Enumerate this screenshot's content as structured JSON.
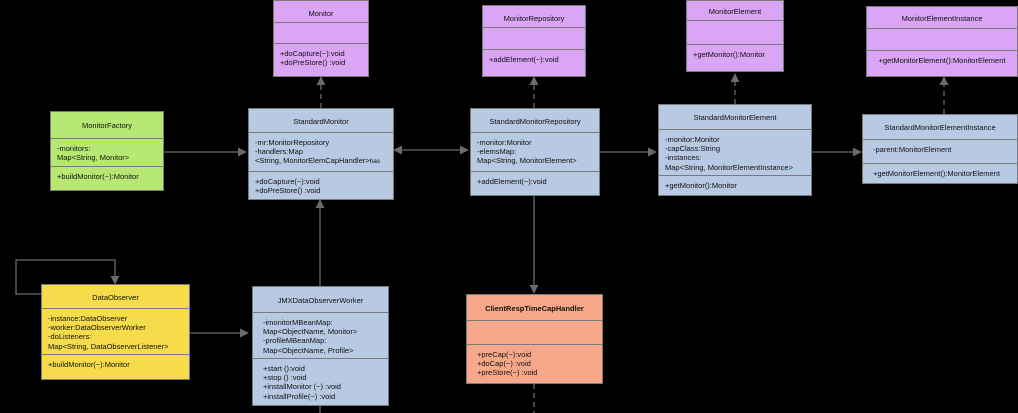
{
  "classes": {
    "monitor": {
      "name": "Monitor",
      "attributes": [],
      "methods": [
        "+doCapture(~):void",
        "+doPreStore() :void"
      ]
    },
    "monitor_repository": {
      "name": "MonitorRepository",
      "attributes": [],
      "methods": [
        "+addElement(~):void"
      ]
    },
    "monitor_element": {
      "name": "MonitorElement",
      "attributes": [],
      "methods": [
        "+getMonitor():Monitor"
      ]
    },
    "monitor_element_instance": {
      "name": "MonitorElementInstance",
      "attributes": [],
      "methods": [
        "+getMonitorElement():MonitorElement"
      ]
    },
    "monitor_factory": {
      "name": "MonitorFactory",
      "attributes": [
        "-monitors:",
        "Map<String, Monitor>"
      ],
      "methods": [
        "+buildMonitor(~):Monitor"
      ]
    },
    "standard_monitor": {
      "name": "StandardMonitor",
      "attributes": [
        "-mr:MonitorRepository",
        "-handlers:Map",
        "<String, MonitorElemCapHandler>"
      ],
      "methods": [
        "+doCapture(~):void",
        "+doPreStore() :void"
      ]
    },
    "standard_monitor_repository": {
      "name": "StandardMonitorRepository",
      "attributes": [
        "-monitor:Monitor",
        "-elemsMap:",
        "Map<String, MonitorElement>"
      ],
      "methods": [
        "+addElement(~):void"
      ]
    },
    "standard_monitor_element": {
      "name": "StandardMonitorElement",
      "attributes": [
        "-monitor:Monitor",
        "-capClass:String",
        "-instances:",
        "Map<String, MonitorElementInstance>"
      ],
      "methods": [
        "+getMonitor():Monitor"
      ]
    },
    "standard_monitor_element_instance": {
      "name": "StandardMonitorElementInstance",
      "attributes": [
        "-parent:MonitorElement"
      ],
      "methods": [
        "+getMonitorElement():MonitorElement"
      ]
    },
    "data_observer": {
      "name": "DataObserver",
      "attributes": [
        "-instance:DataObserver",
        "-worker:DataObserverWorker",
        "-doListeners:",
        "Map<String, DataObserverListener>"
      ],
      "methods": [
        "+buildMonitor(~):Monitor"
      ]
    },
    "jmx_data_observer_worker": {
      "name": "JMXDataObserverWorker",
      "attributes": [
        "-imonitorMBeanMap:",
        "Map<ObjectName, Monitor>",
        "-profileMBeanMap:",
        "Map<ObjectName, Profile>"
      ],
      "methods": [
        "+start ():void",
        "+stop () :void",
        "+installMonitor (~) :void",
        "+installProfile(~) :void"
      ]
    },
    "client_resp_time_cap_handler": {
      "name": "ClientRespTimeCapHandler",
      "attributes": [],
      "methods": [
        "+preCap(~):void",
        "+doCap(~) :void",
        "+preStore(~) :void"
      ]
    }
  },
  "relationship_labels": {
    "has": "has"
  },
  "colors": {
    "interface": "#dba5f5",
    "concrete": "#b7c9e3",
    "factory": "#b7e874",
    "observer": "#f6dc4a",
    "handler": "#f8a88a",
    "background": "#000000"
  }
}
